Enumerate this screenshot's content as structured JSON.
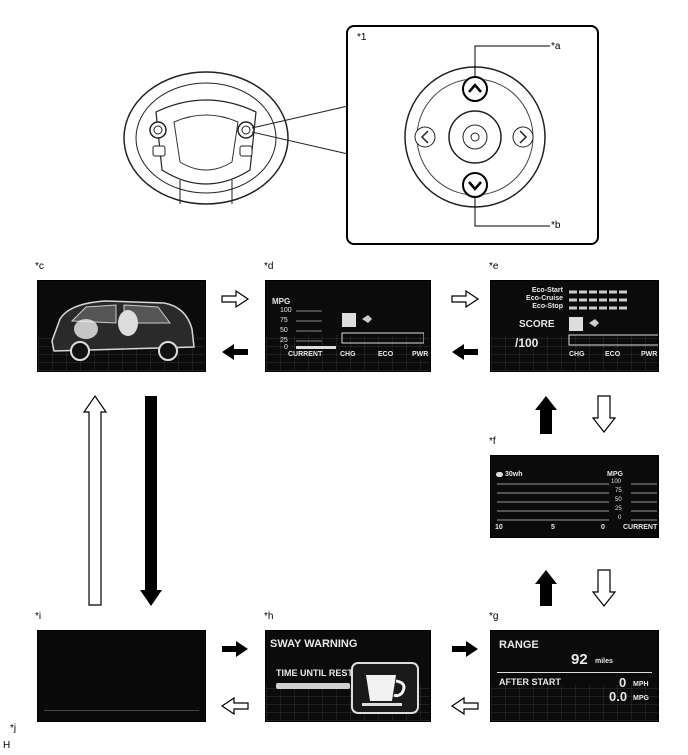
{
  "labels": {
    "steering_callout": "*1",
    "up_switch": "*a",
    "down_switch": "*b",
    "screen_c": "*c",
    "screen_d": "*d",
    "screen_e": "*e",
    "screen_f": "*f",
    "screen_g": "*g",
    "screen_h": "*h",
    "screen_i": "*i",
    "screen_j": "*j",
    "footer": "H"
  },
  "screen_d": {
    "unit": "MPG",
    "scale": [
      "100",
      "75",
      "50",
      "25",
      "0"
    ],
    "current": "CURRENT",
    "bar_labels": [
      "CHG",
      "ECO",
      "PWR"
    ]
  },
  "screen_e": {
    "eco_start": "Eco-Start",
    "eco_cruise": "Eco-Cruise",
    "eco_stop": "Eco-Stop",
    "score": "SCORE",
    "score_value": "/100",
    "bar_labels": [
      "CHG",
      "ECO",
      "PWR"
    ]
  },
  "screen_f": {
    "energy": "30wh",
    "unit": "MPG",
    "scale": [
      "100",
      "75",
      "50",
      "25",
      "0"
    ],
    "x_ticks": [
      "10",
      "5",
      "0"
    ],
    "current": "CURRENT"
  },
  "screen_g": {
    "range_label": "RANGE",
    "range_value": "92",
    "range_unit": "miles",
    "after_start": "AFTER START",
    "speed_value": "0",
    "speed_unit": "MPH",
    "mpg_value": "0.0",
    "mpg_unit": "MPG"
  },
  "screen_h": {
    "title": "SWAY WARNING",
    "subtitle": "TIME UNTIL REST"
  },
  "colors": {
    "screen_bg": "#0b0b0b",
    "screen_text": "#e8e8e8",
    "arrow": "#000000"
  }
}
